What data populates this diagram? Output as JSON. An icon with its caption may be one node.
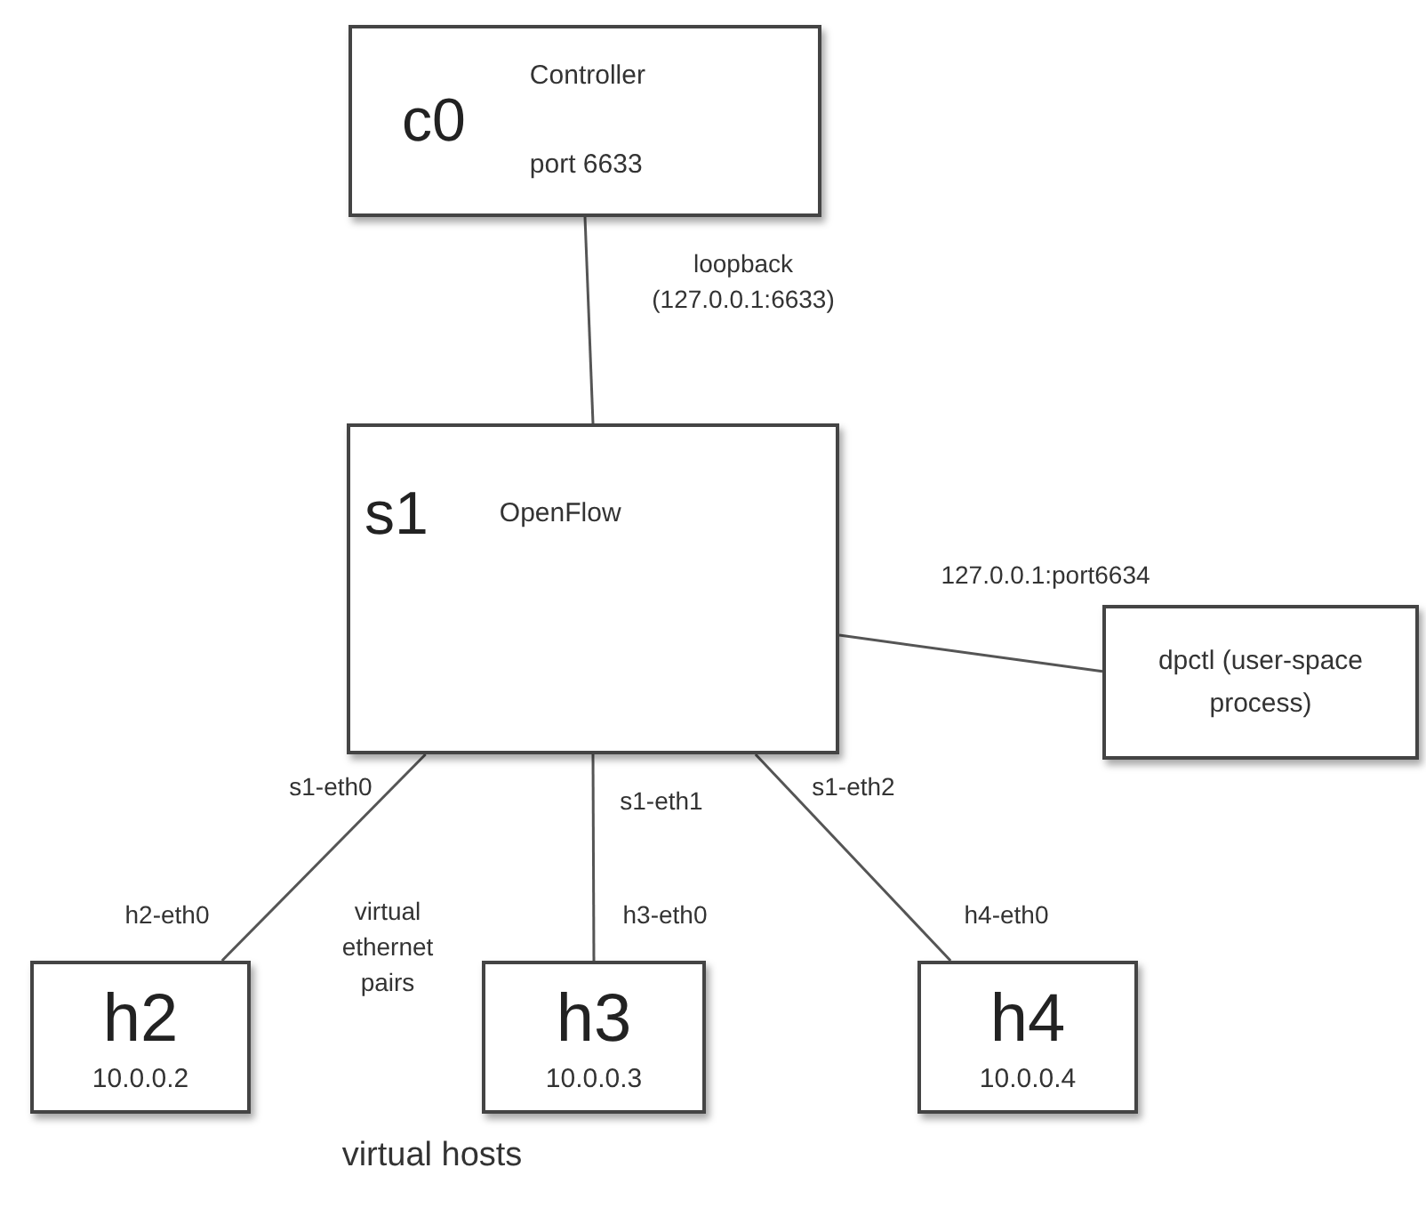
{
  "diagram": {
    "nodes": [
      {
        "text": [
          "c0",
          "Controller",
          "port 6633"
        ]
      },
      {
        "text": [
          "s1",
          "OpenFlow"
        ]
      },
      {
        "text": [
          "dpctl (user-space process)"
        ]
      },
      {
        "text": [
          "h2",
          "10.0.0.2"
        ]
      },
      {
        "text": [
          "h3",
          "10.0.0.3"
        ]
      },
      {
        "text": [
          "h4",
          "10.0.0.4"
        ]
      }
    ],
    "edges": [
      {
        "from": 0,
        "to": 1,
        "arrow": "none",
        "label": "loopback (127.0.0.1:6633)"
      },
      {
        "from": 1,
        "to": 2,
        "arrow": "none",
        "label": "127.0.0.1:port6634"
      },
      {
        "from": 1,
        "to": 3,
        "arrow": "none"
      },
      {
        "from": 1,
        "to": 4,
        "arrow": "none"
      },
      {
        "from": 1,
        "to": 5,
        "arrow": "none"
      }
    ],
    "labels": [
      "s1-eth0",
      "s1-eth1",
      "s1-eth2",
      "h2-eth0",
      "virtual ethernet pairs",
      "h3-eth0",
      "h4-eth0",
      "virtual hosts"
    ]
  }
}
